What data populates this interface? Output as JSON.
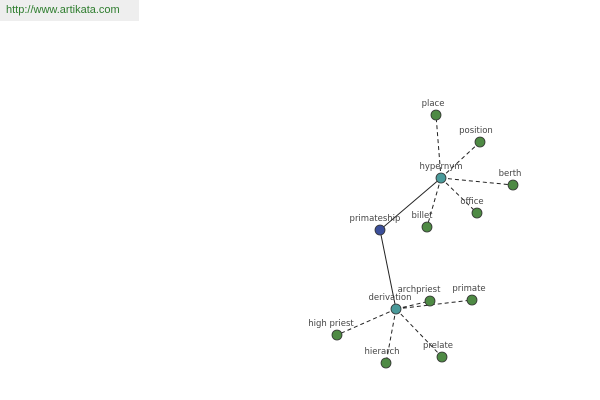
{
  "header": {
    "url_text": "http://www.artikata.com"
  },
  "colors": {
    "root_node": "#3b4f9a",
    "hub_node": "#4a9a9a",
    "leaf_node": "#4e8a44",
    "node_outline": "#333333",
    "edge": "#222222",
    "url_text": "#2e7d2e"
  },
  "graph": {
    "nodes": [
      {
        "id": "primateship",
        "label": "primateship",
        "kind": "root"
      },
      {
        "id": "hypernym",
        "label": "hypernym",
        "kind": "hub"
      },
      {
        "id": "derivation",
        "label": "derivation",
        "kind": "hub"
      },
      {
        "id": "place",
        "label": "place",
        "kind": "leaf"
      },
      {
        "id": "position",
        "label": "position",
        "kind": "leaf"
      },
      {
        "id": "berth",
        "label": "berth",
        "kind": "leaf"
      },
      {
        "id": "office",
        "label": "office",
        "kind": "leaf"
      },
      {
        "id": "billet",
        "label": "billet",
        "kind": "leaf"
      },
      {
        "id": "archpriest",
        "label": "archpriest",
        "kind": "leaf"
      },
      {
        "id": "primate",
        "label": "primate",
        "kind": "leaf"
      },
      {
        "id": "high-priest",
        "label": "high priest",
        "kind": "leaf"
      },
      {
        "id": "hierarch",
        "label": "hierarch",
        "kind": "leaf"
      },
      {
        "id": "prelate",
        "label": "prelate",
        "kind": "leaf"
      }
    ],
    "edges": [
      {
        "from": "primateship",
        "to": "hypernym",
        "style": "solid"
      },
      {
        "from": "primateship",
        "to": "derivation",
        "style": "solid"
      },
      {
        "from": "hypernym",
        "to": "place",
        "style": "dashed"
      },
      {
        "from": "hypernym",
        "to": "position",
        "style": "dashed"
      },
      {
        "from": "hypernym",
        "to": "berth",
        "style": "dashed"
      },
      {
        "from": "hypernym",
        "to": "office",
        "style": "dashed"
      },
      {
        "from": "hypernym",
        "to": "billet",
        "style": "dashed"
      },
      {
        "from": "derivation",
        "to": "archpriest",
        "style": "dashed"
      },
      {
        "from": "derivation",
        "to": "primate",
        "style": "dashed"
      },
      {
        "from": "derivation",
        "to": "high-priest",
        "style": "dashed"
      },
      {
        "from": "derivation",
        "to": "hierarch",
        "style": "dashed"
      },
      {
        "from": "derivation",
        "to": "prelate",
        "style": "dashed"
      }
    ]
  }
}
